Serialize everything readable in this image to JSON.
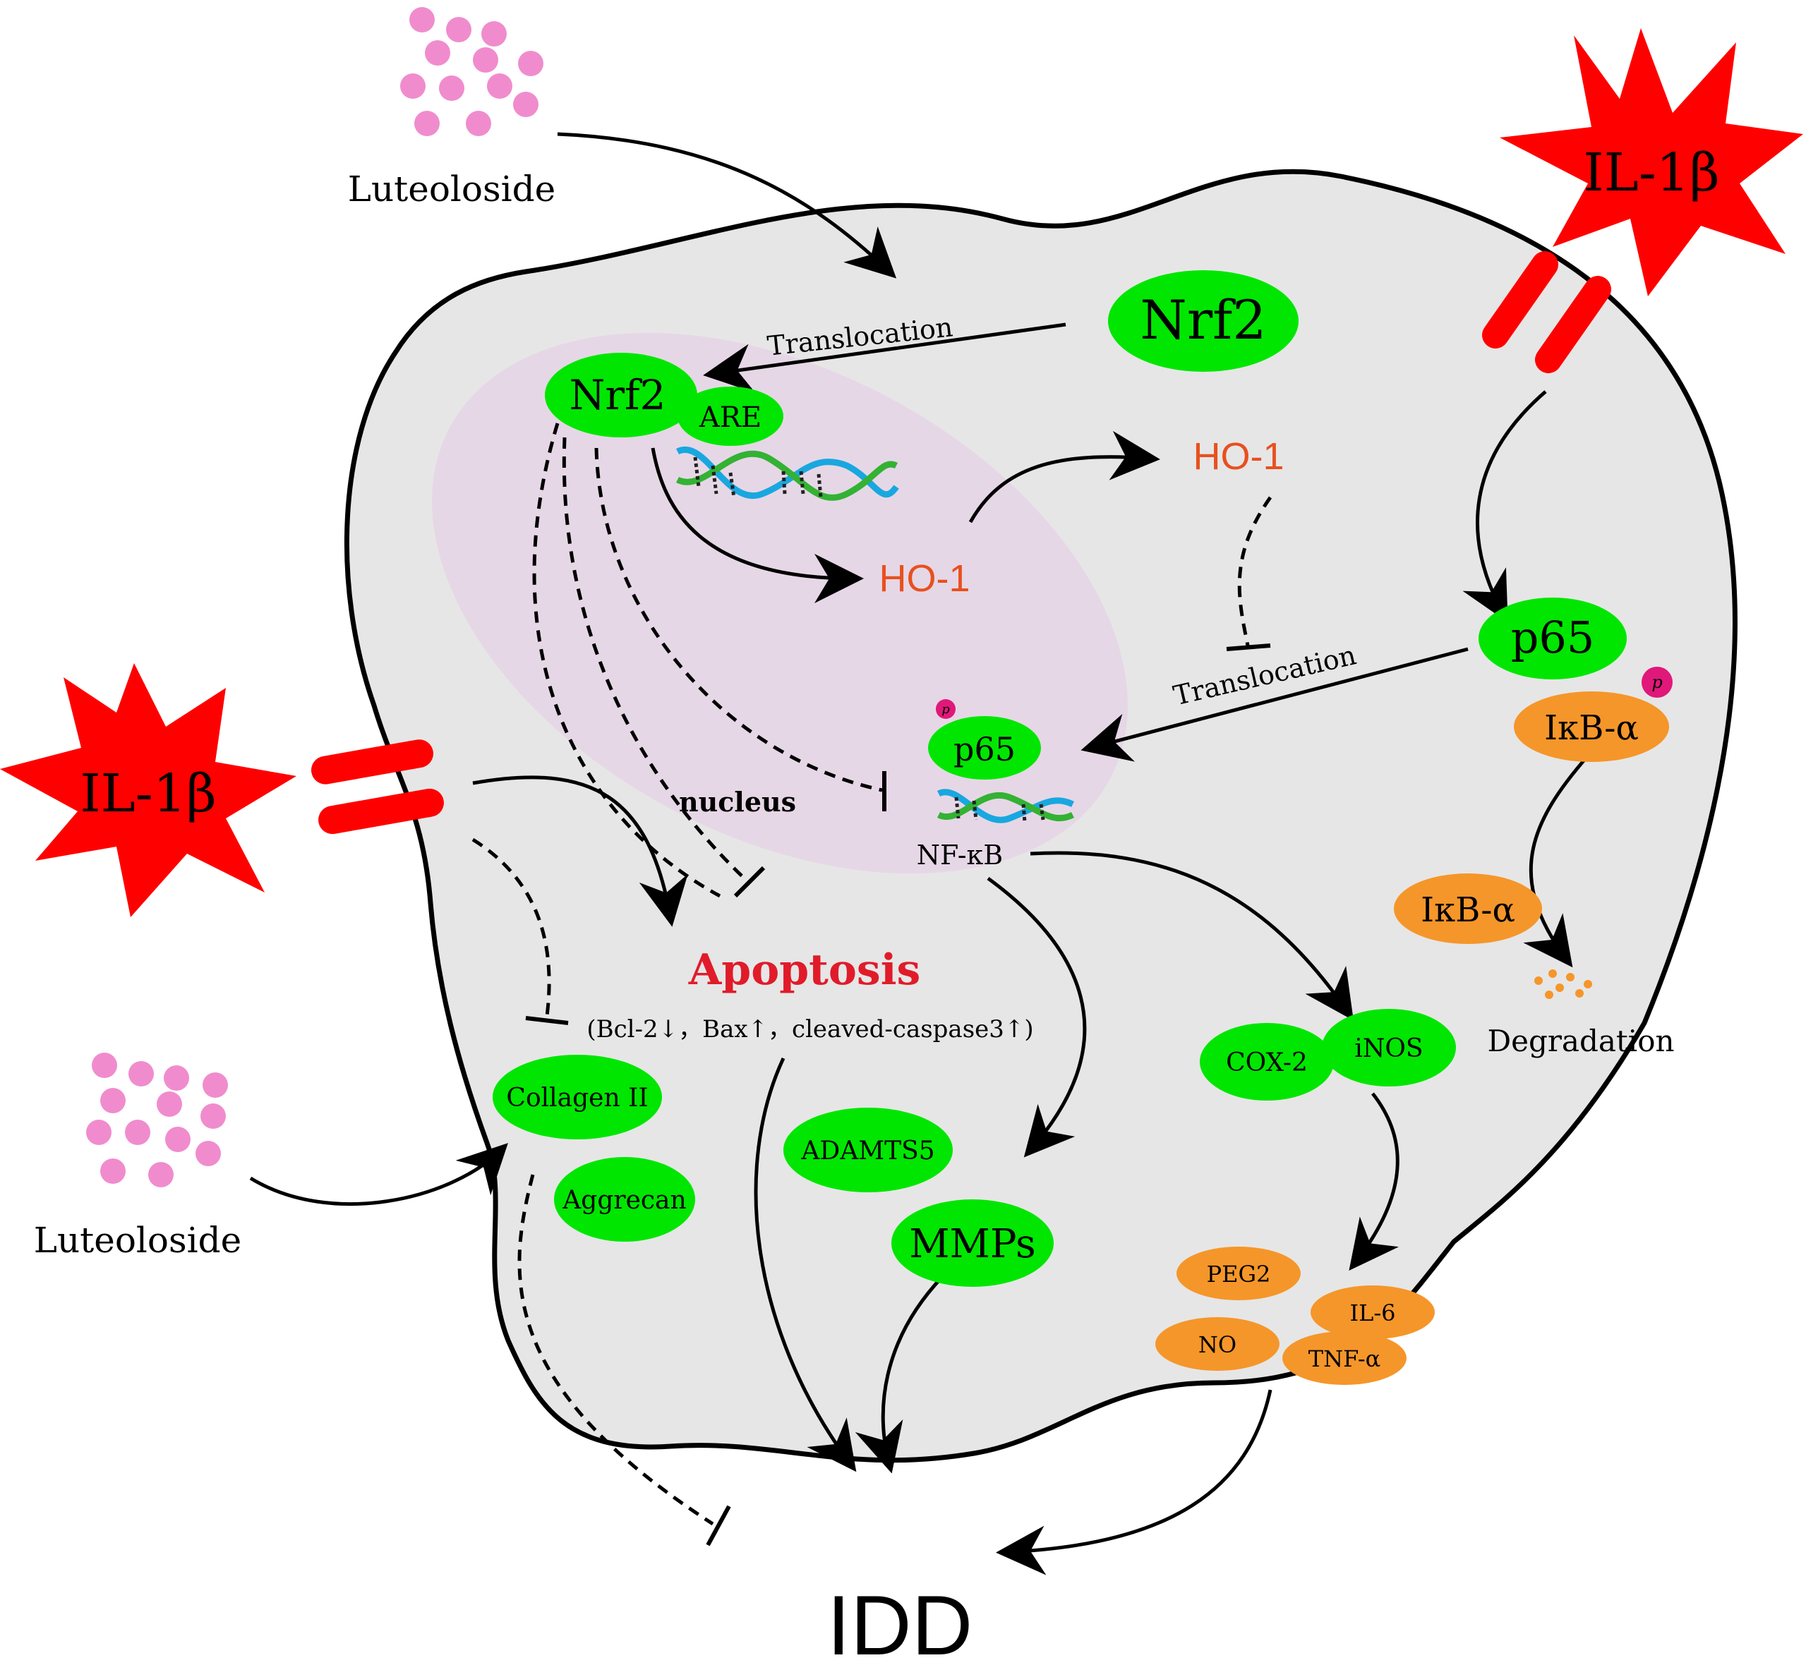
{
  "colors": {
    "cell_fill": "#e6e6e6",
    "nucleus_fill": "#e6d5e6",
    "green": "#00e600",
    "orange": "#f5962a",
    "red": "#ff0000",
    "pink": "#f08ccd",
    "ho1": "#e8501e",
    "apoptosis": "#e01b2a",
    "phospho": "#e0187a"
  },
  "ligand": {
    "name": "Luteoloside"
  },
  "stimulus": {
    "name": "IL-1β"
  },
  "nucleus": {
    "label": "nucleus"
  },
  "labels": {
    "translocation": "Translocation",
    "nfkb": "NF-κB",
    "degradation": "Degradation",
    "phospho": "p",
    "outcome": "IDD"
  },
  "proteins": {
    "nrf2": "Nrf2",
    "are": "ARE",
    "ho1": "HO-1",
    "p65": "p65",
    "ikba": "IκB-α",
    "cox2": "COX-2",
    "inos": "iNOS",
    "collagen": "Collagen II",
    "aggrecan": "Aggrecan",
    "adamts5": "ADAMTS5",
    "mmps": "MMPs",
    "peg2": "PEG2",
    "il6": "IL-6",
    "no": "NO",
    "tnfa": "TNF-α"
  },
  "apoptosis": {
    "title": "Apoptosis",
    "markers": "(Bcl-2↓，Bax↑，cleaved-caspase3↑)"
  }
}
